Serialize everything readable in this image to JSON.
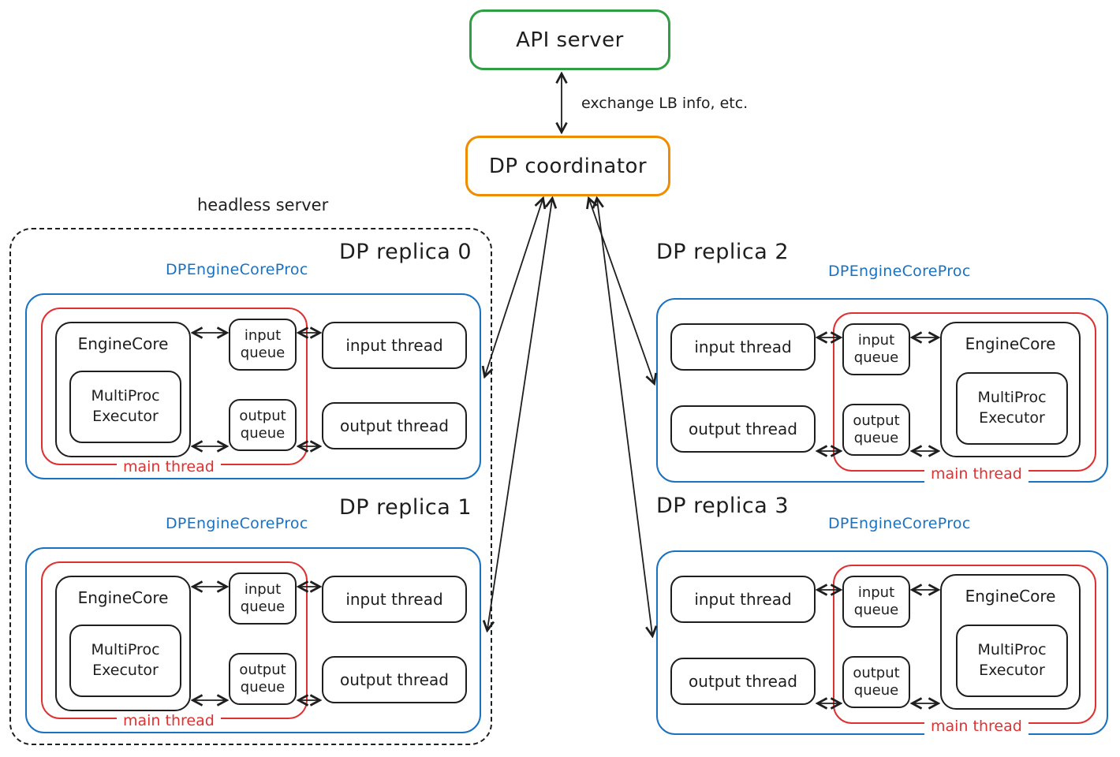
{
  "colors": {
    "green": "#2f9e44",
    "orange": "#f08c00",
    "blue": "#1971c2",
    "red": "#e03131",
    "ink": "#1e1e1e",
    "background": "#ffffff"
  },
  "api_server": {
    "label": "API server"
  },
  "coordinator": {
    "label": "DP coordinator"
  },
  "coordinator_link_label": "exchange LB info, etc.",
  "headless_server_label": "headless server",
  "replicas": [
    {
      "title": "DP replica 0",
      "proc": "DPEngineCoreProc",
      "engine_core": "EngineCore",
      "executor": "MultiProc Executor",
      "input_queue": "input queue",
      "output_queue": "output queue",
      "input_thread": "input thread",
      "output_thread": "output thread",
      "main_thread": "main thread"
    },
    {
      "title": "DP replica 1",
      "proc": "DPEngineCoreProc",
      "engine_core": "EngineCore",
      "executor": "MultiProc Executor",
      "input_queue": "input queue",
      "output_queue": "output queue",
      "input_thread": "input thread",
      "output_thread": "output thread",
      "main_thread": "main thread"
    },
    {
      "title": "DP replica 2",
      "proc": "DPEngineCoreProc",
      "engine_core": "EngineCore",
      "executor": "MultiProc Executor",
      "input_queue": "input queue",
      "output_queue": "output queue",
      "input_thread": "input thread",
      "output_thread": "output thread",
      "main_thread": "main thread"
    },
    {
      "title": "DP replica 3",
      "proc": "DPEngineCoreProc",
      "engine_core": "EngineCore",
      "executor": "MultiProc Executor",
      "input_queue": "input queue",
      "output_queue": "output queue",
      "input_thread": "input thread",
      "output_thread": "output thread",
      "main_thread": "main thread"
    }
  ]
}
